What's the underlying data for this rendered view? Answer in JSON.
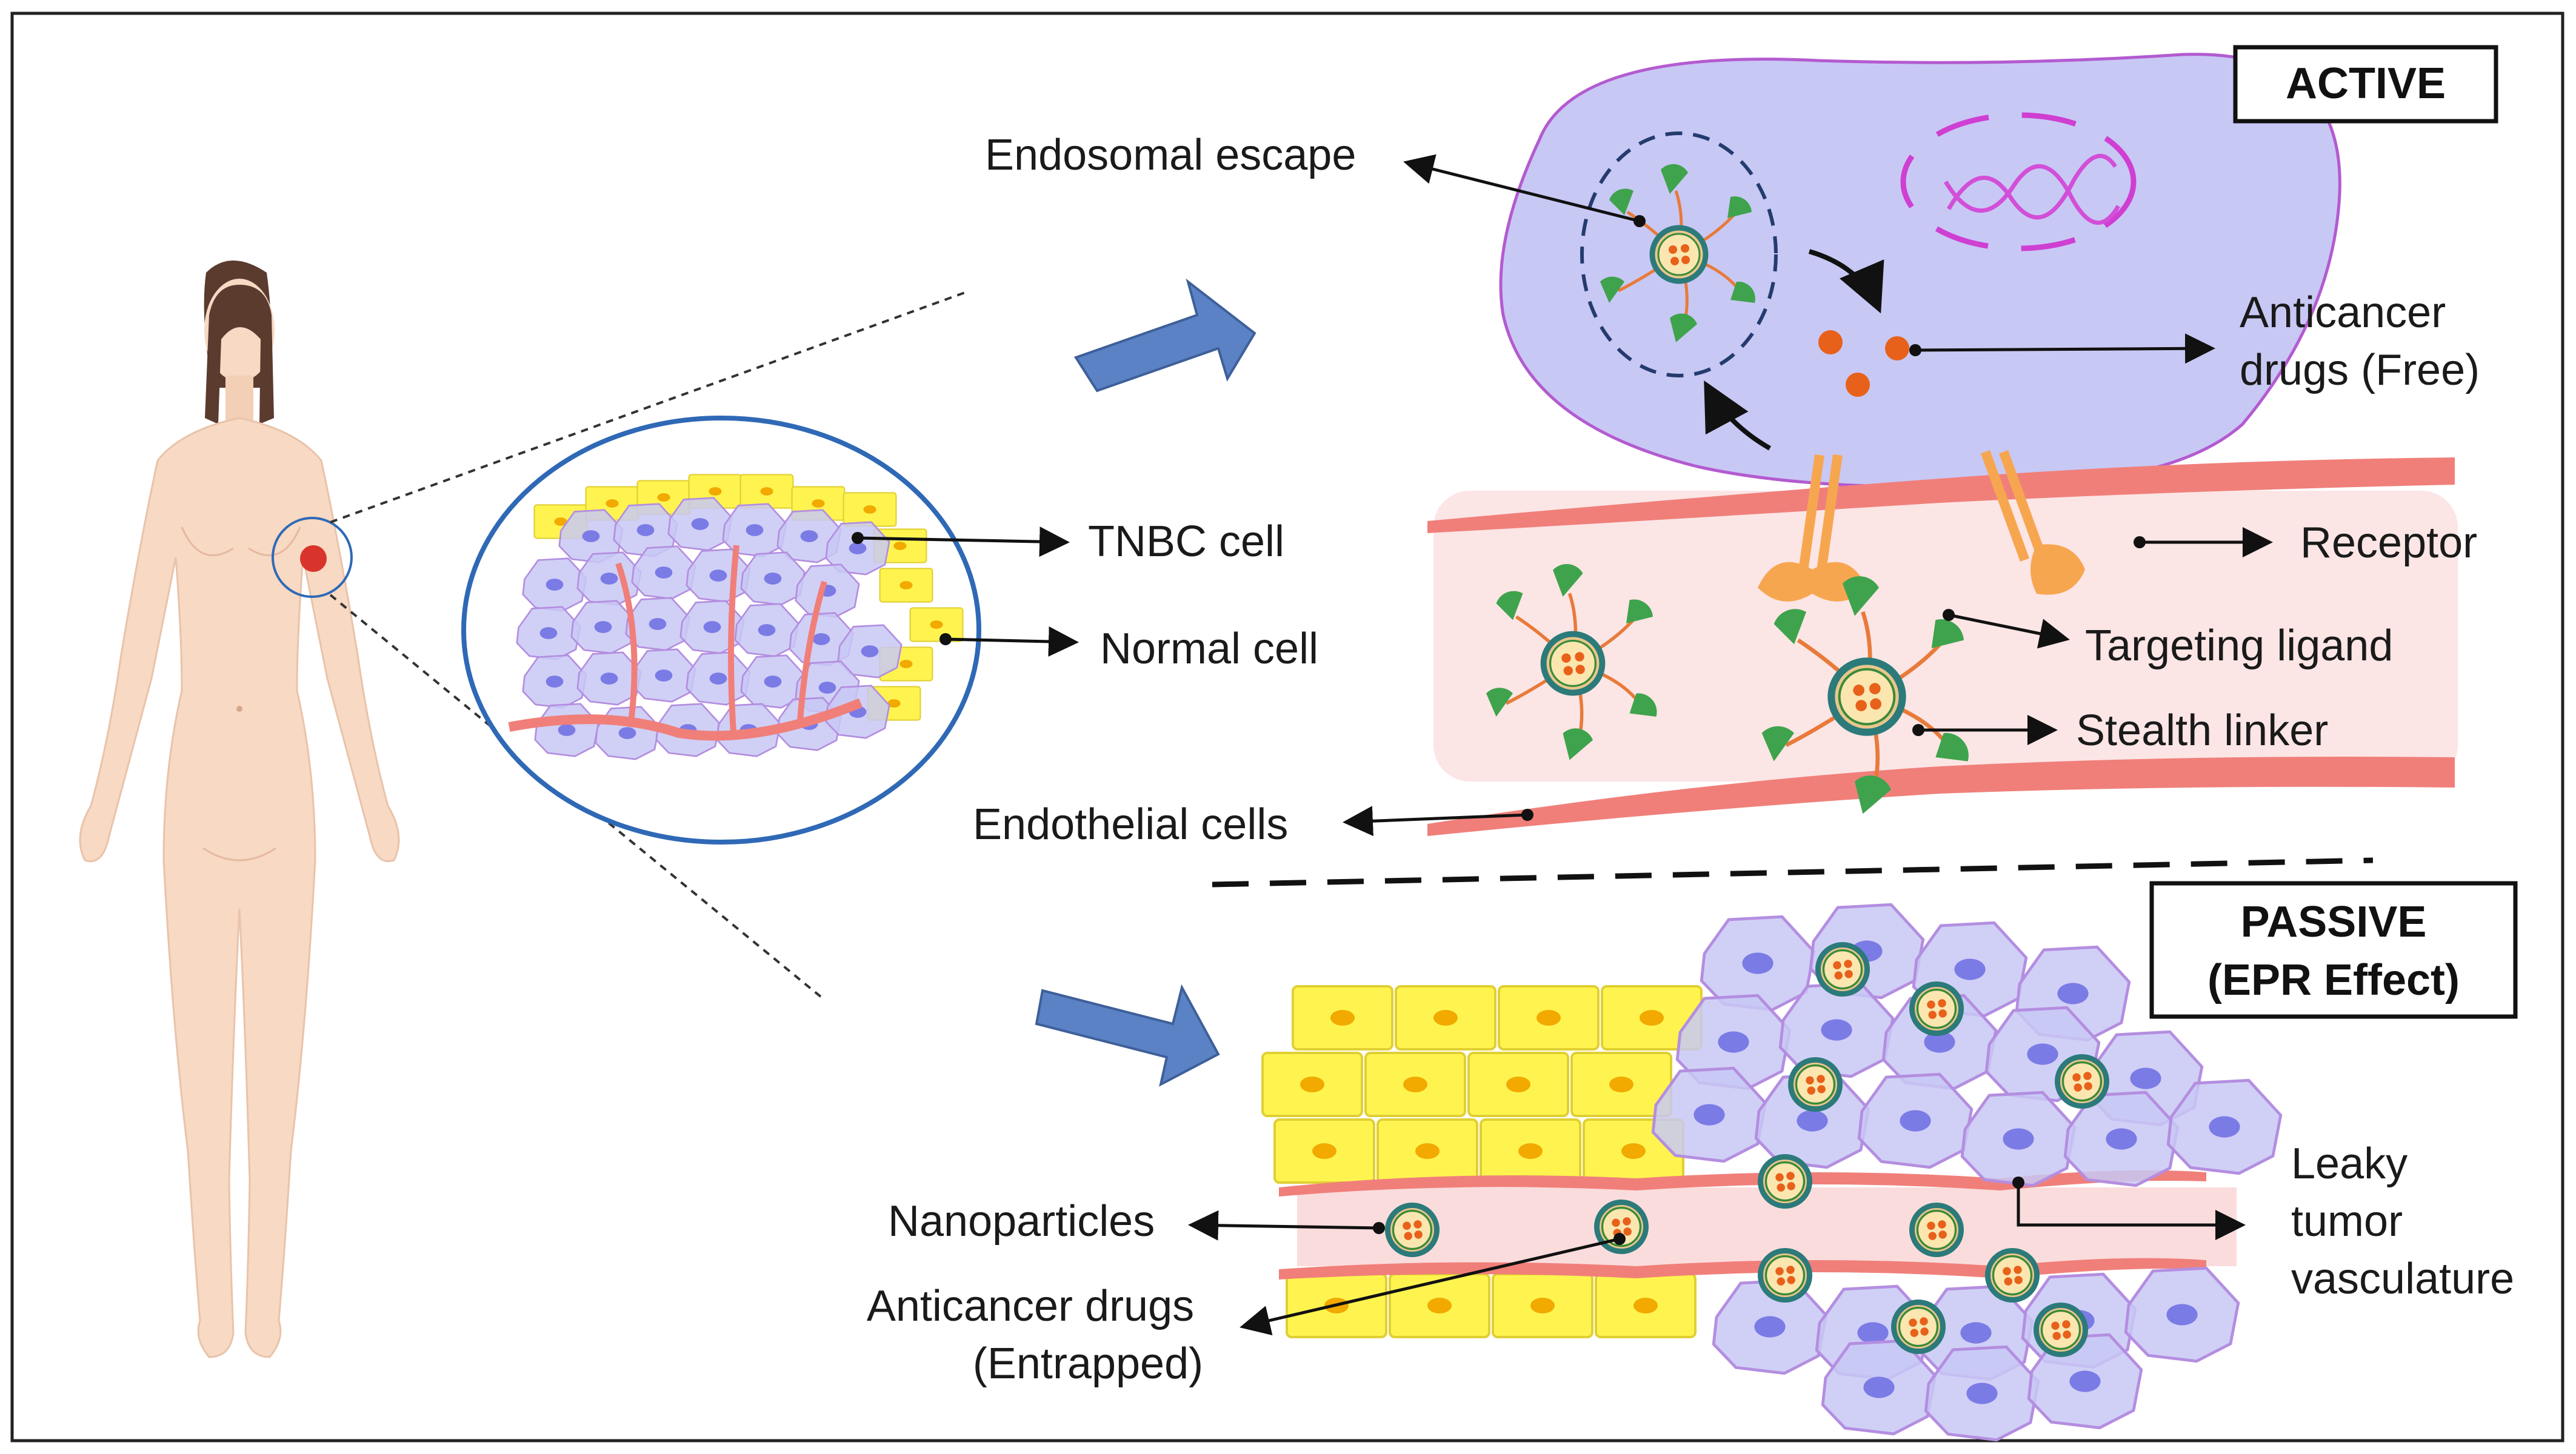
{
  "labels": {
    "active": "ACTIVE",
    "passive_line1": "PASSIVE",
    "passive_line2": "(EPR Effect)",
    "endosomal_escape": "Endosomal escape",
    "anticancer_free_line1": "Anticancer",
    "anticancer_free_line2": "drugs (Free)",
    "tnbc_cell": "TNBC cell",
    "normal_cell": "Normal cell",
    "receptor": "Receptor",
    "targeting_ligand": "Targeting ligand",
    "stealth_linker": "Stealth linker",
    "endothelial_cells": "Endothelial cells",
    "nanoparticles": "Nanoparticles",
    "anticancer_entrapped_line1": "Anticancer drugs",
    "anticancer_entrapped_line2": "(Entrapped)",
    "leaky_line1": "Leaky",
    "leaky_line2": "tumor",
    "leaky_line3": "vasculature"
  },
  "colors": {
    "tumor_cell": "#c8c8f5",
    "tumor_nucleus": "#7b7be6",
    "normal_cell": "#fff44f",
    "normal_nucleus": "#f2a900",
    "vessel": "#fbdcdc",
    "endothelial": "#f07f7a",
    "arrow_blue": "#5a82c5",
    "ligand_green": "#3fa34d",
    "receptor_orange": "#f7a650",
    "nanoparticle_ring": "#1e6a6a",
    "drug_orange": "#e8611a",
    "circle_border": "#2f69b6",
    "skin": "#f7d9c4",
    "hair": "#5a3b2e"
  }
}
